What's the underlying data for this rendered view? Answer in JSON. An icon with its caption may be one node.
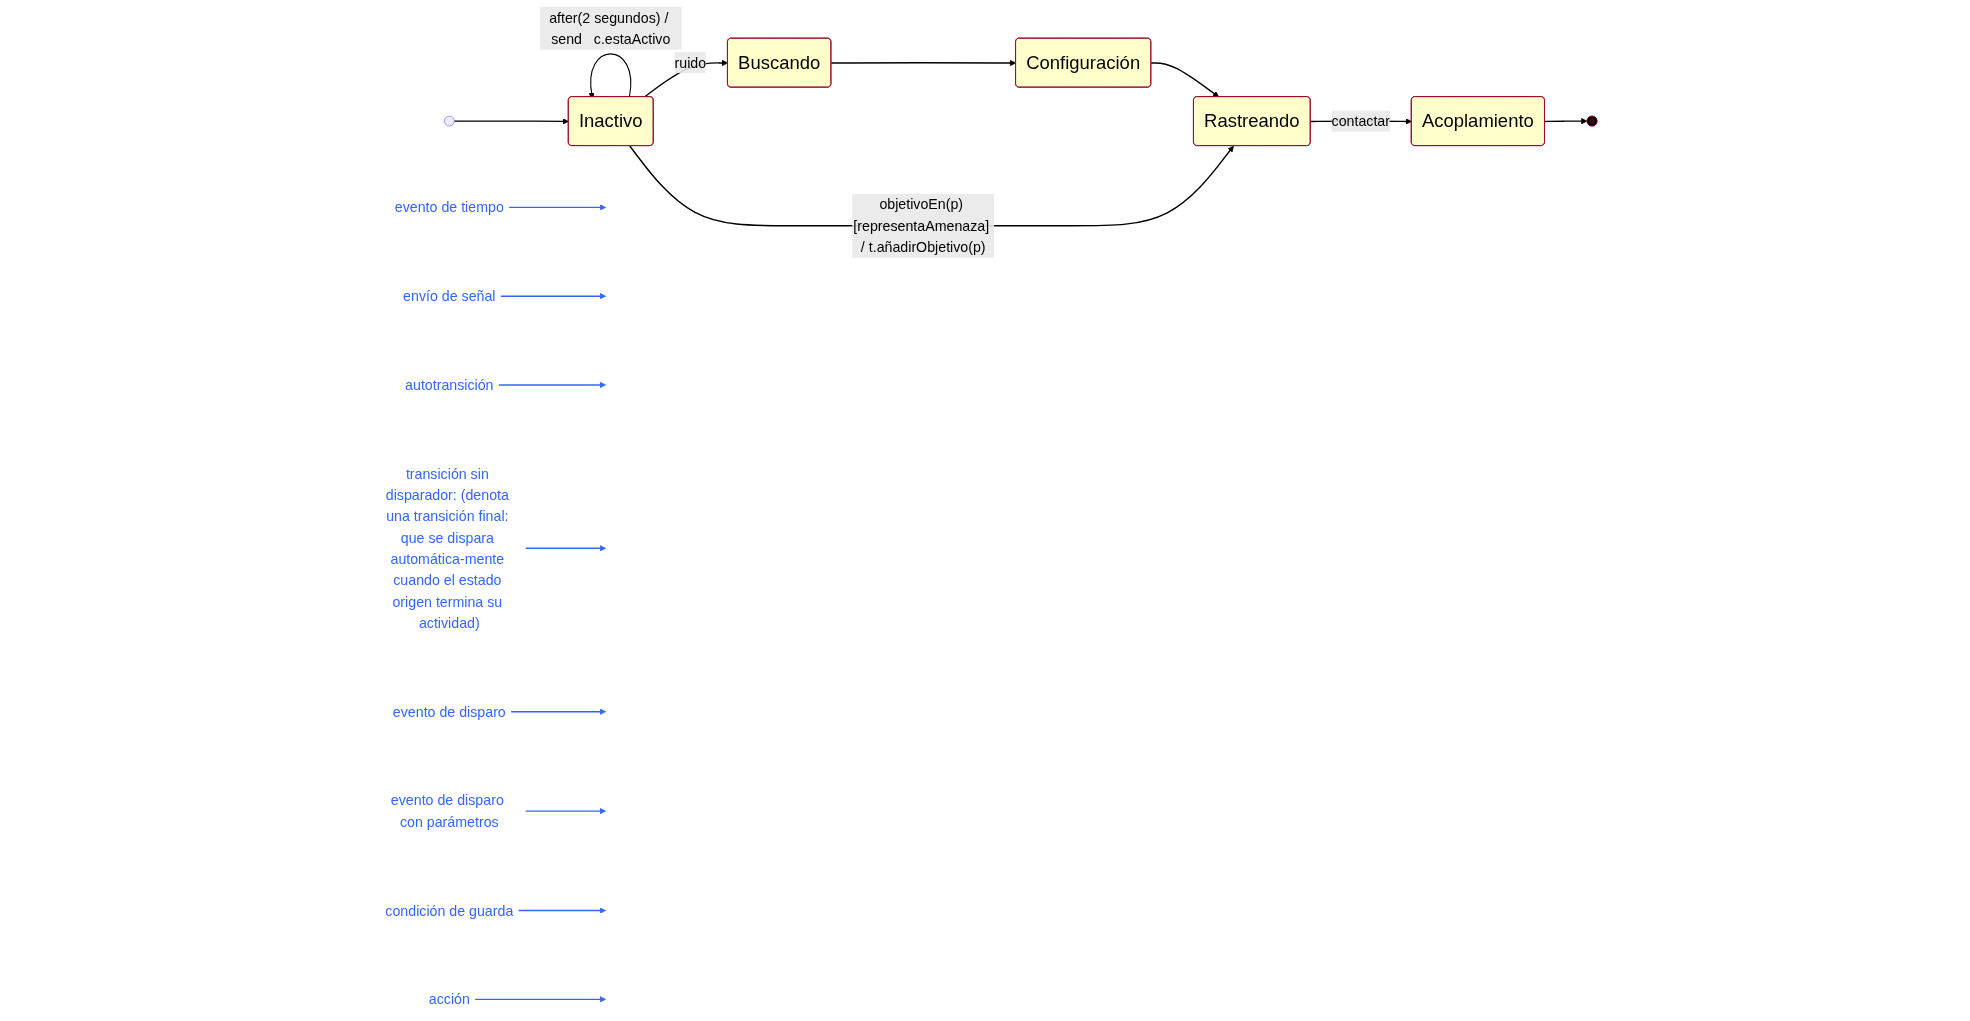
{
  "diagram": {
    "nodes": [
      {
        "text": [],
        "shape": "circle"
      },
      {
        "text": [
          "Inactivo"
        ]
      },
      {
        "text": [
          "Buscando"
        ]
      },
      {
        "text": [
          "Configuración"
        ]
      },
      {
        "text": [
          "Rastreando"
        ]
      },
      {
        "text": [
          "Acoplamiento"
        ]
      },
      {
        "text": [],
        "shape": "circle"
      },
      {
        "text": [
          "evento de tiempo"
        ]
      },
      {
        "text": [
          "envío de señal"
        ]
      },
      {
        "text": [
          "autotransición"
        ]
      },
      {
        "text": [
          "transición sin disparador: (denota una transición final: que se dispara automática-mente cuando el estado origen termina su actividad)"
        ]
      },
      {
        "text": [
          "evento de disparo"
        ]
      },
      {
        "text": [
          "evento de disparo con parámetros"
        ]
      },
      {
        "text": [
          "condición de guarda"
        ]
      },
      {
        "text": [
          "acción"
        ]
      }
    ],
    "edges": [
      {
        "from": 0,
        "to": 1,
        "arrow": "to",
        "color": "#000000"
      },
      {
        "from": 1,
        "to": 1,
        "arrow": "to",
        "label": "after(2 segundos) / send   c.estaActivo",
        "color": "#000000"
      },
      {
        "from": 1,
        "to": 2,
        "arrow": "to",
        "label": "ruido",
        "color": "#000000"
      },
      {
        "from": 2,
        "to": 3,
        "arrow": "to",
        "color": "#000000"
      },
      {
        "from": 3,
        "to": 4,
        "arrow": "to",
        "color": "#000000"
      },
      {
        "from": 1,
        "to": 4,
        "arrow": "to",
        "label": "objetivoEn(p) [representaAmenaza] / t.añadirObjetivo(p)",
        "color": "#000000"
      },
      {
        "from": 4,
        "to": 5,
        "arrow": "to",
        "label": "contactar",
        "color": "#000000"
      },
      {
        "from": 5,
        "to": 6,
        "arrow": "to",
        "color": "#000000"
      },
      {
        "from": 7,
        "to": null,
        "arrow": "to",
        "color": "#3366ff"
      },
      {
        "from": 8,
        "to": null,
        "arrow": "to",
        "color": "#3366ff"
      },
      {
        "from": 9,
        "to": null,
        "arrow": "to",
        "color": "#3366ff"
      },
      {
        "from": 10,
        "to": null,
        "arrow": "to",
        "color": "#3366ff"
      },
      {
        "from": 11,
        "to": null,
        "arrow": "to",
        "color": "#3366ff"
      },
      {
        "from": 12,
        "to": null,
        "arrow": "to",
        "color": "#3366ff"
      },
      {
        "from": 13,
        "to": null,
        "arrow": "to",
        "color": "#3366ff"
      },
      {
        "from": 14,
        "to": null,
        "arrow": "to",
        "color": "#3366ff"
      }
    ]
  }
}
